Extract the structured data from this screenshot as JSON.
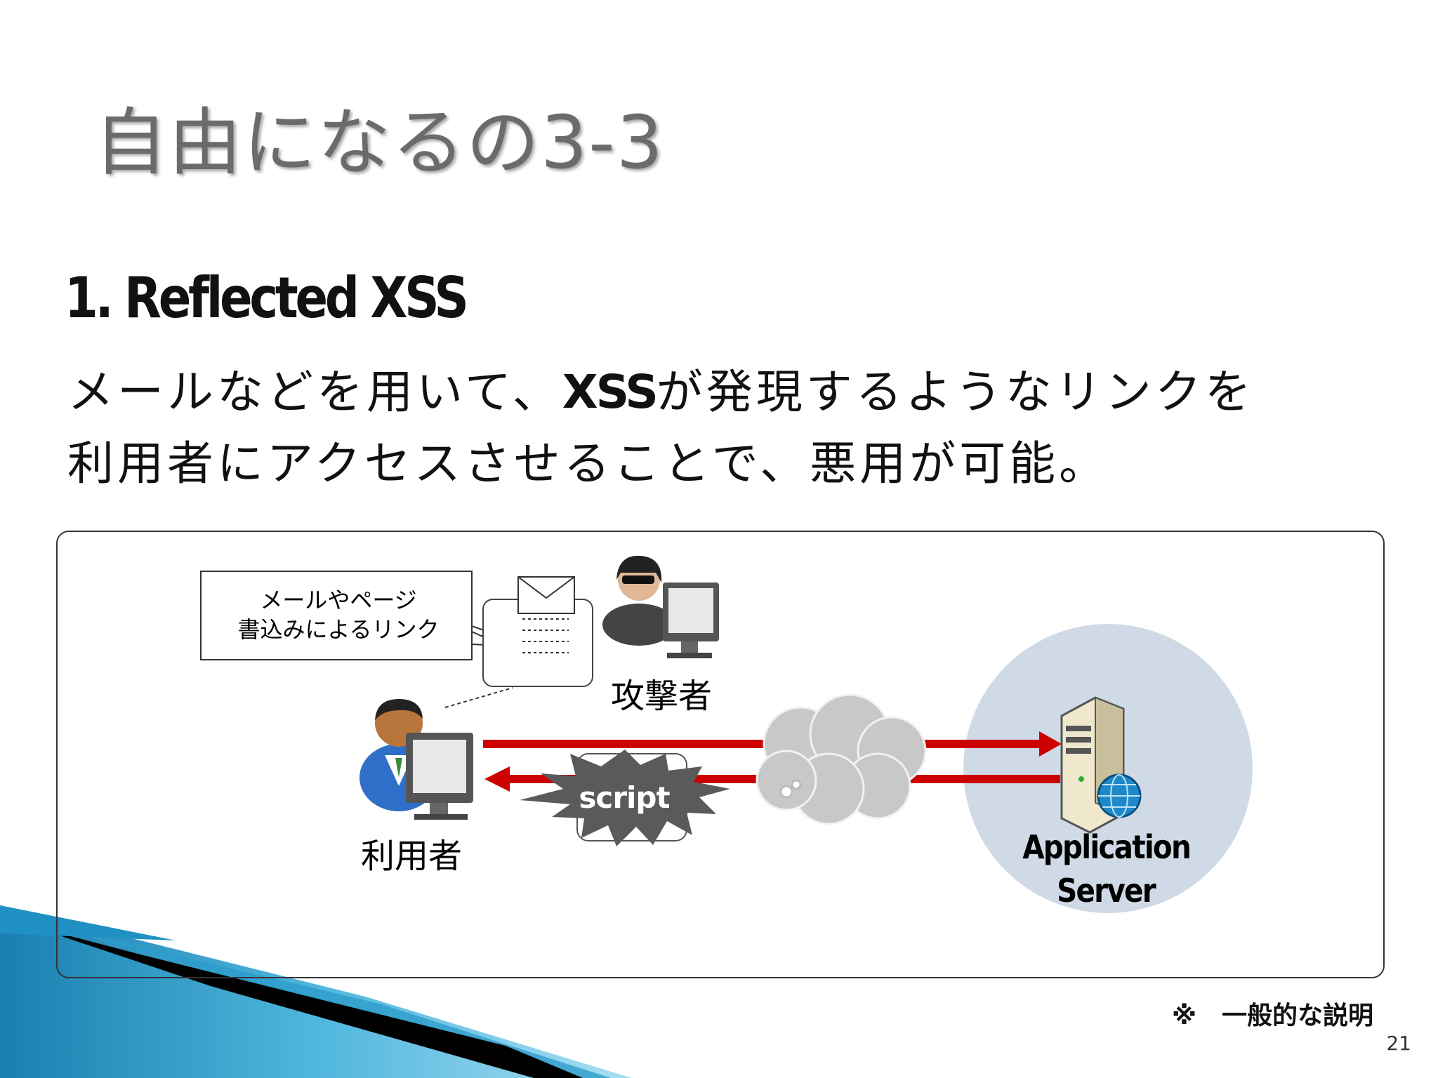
{
  "slide": {
    "title": "自由になるの3-3",
    "heading": "1. Reflected XSS",
    "body_line1_pre": "メールなどを用いて、",
    "body_line1_em": "XSS",
    "body_line1_post": "が発現するようなリンクを",
    "body_line2": "利用者にアクセスさせることで、悪用が可能。",
    "note": "※　一般的な説明",
    "page_number": "21"
  },
  "diagram": {
    "callout_line1": "メールやページ",
    "callout_line2": "書込みによるリンク",
    "attacker_label": "攻撃者",
    "user_label": "利用者",
    "server_label_line1": "Application",
    "server_label_line2": "Server",
    "script_label": "script",
    "colors": {
      "arrow": "#cc0000",
      "server_circle": "#cfdae6",
      "cloud": "#c8c8c8",
      "burst": "#5a5a5a",
      "accent_blue": "#1e88c8"
    }
  }
}
